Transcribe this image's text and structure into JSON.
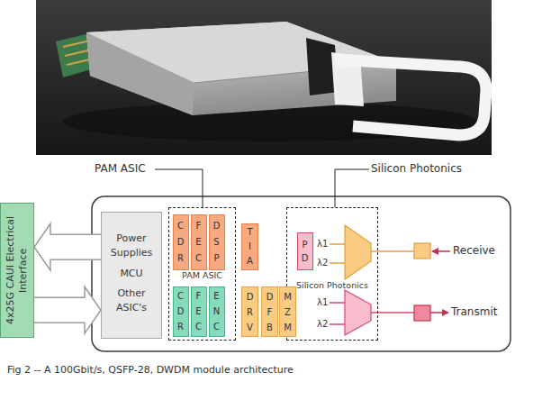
{
  "diagram": {
    "caption": "Fig 2 -- A 100Gbit/s, QSFP-28, DWDM module architecture",
    "nodes": [
      {
        "text": [
          "4x25G CAUI Electrical Interface"
        ]
      },
      {
        "text": [
          "Power Supplies",
          "MCU",
          "Other ASIC's"
        ]
      },
      {
        "text": [
          "PAM ASIC"
        ]
      },
      {
        "text": [
          "C D R"
        ],
        "in": 2
      },
      {
        "text": [
          "F E C"
        ],
        "in": 2
      },
      {
        "text": [
          "D S P"
        ],
        "in": 2
      },
      {
        "text": [
          "C D R"
        ],
        "in": 2
      },
      {
        "text": [
          "F E C"
        ],
        "in": 2
      },
      {
        "text": [
          "E N C"
        ],
        "in": 2
      },
      {
        "text": [
          "T I A"
        ]
      },
      {
        "text": [
          "D R V"
        ]
      },
      {
        "text": [
          "D F B"
        ]
      },
      {
        "text": [
          "M Z M"
        ]
      },
      {
        "text": [
          "Silicon Photonics"
        ]
      },
      {
        "text": [
          "P D"
        ],
        "in": 13
      }
    ],
    "edges": [
      {
        "from": 1,
        "to": 0,
        "arrow": "to"
      },
      {
        "from": 0,
        "to": 1,
        "arrow": "to"
      }
    ],
    "labels": [
      "PAM ASIC",
      "Silicon Photonics",
      "λ1",
      "λ2",
      "λ1",
      "λ2",
      "Receive",
      "Transmit"
    ]
  }
}
